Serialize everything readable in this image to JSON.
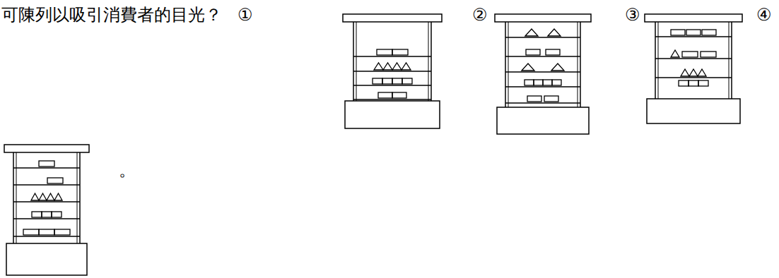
{
  "diagram": {
    "labels": [
      "可陳列以吸引消費者的目光？",
      "①",
      "②",
      "③",
      "④",
      "。"
    ]
  }
}
